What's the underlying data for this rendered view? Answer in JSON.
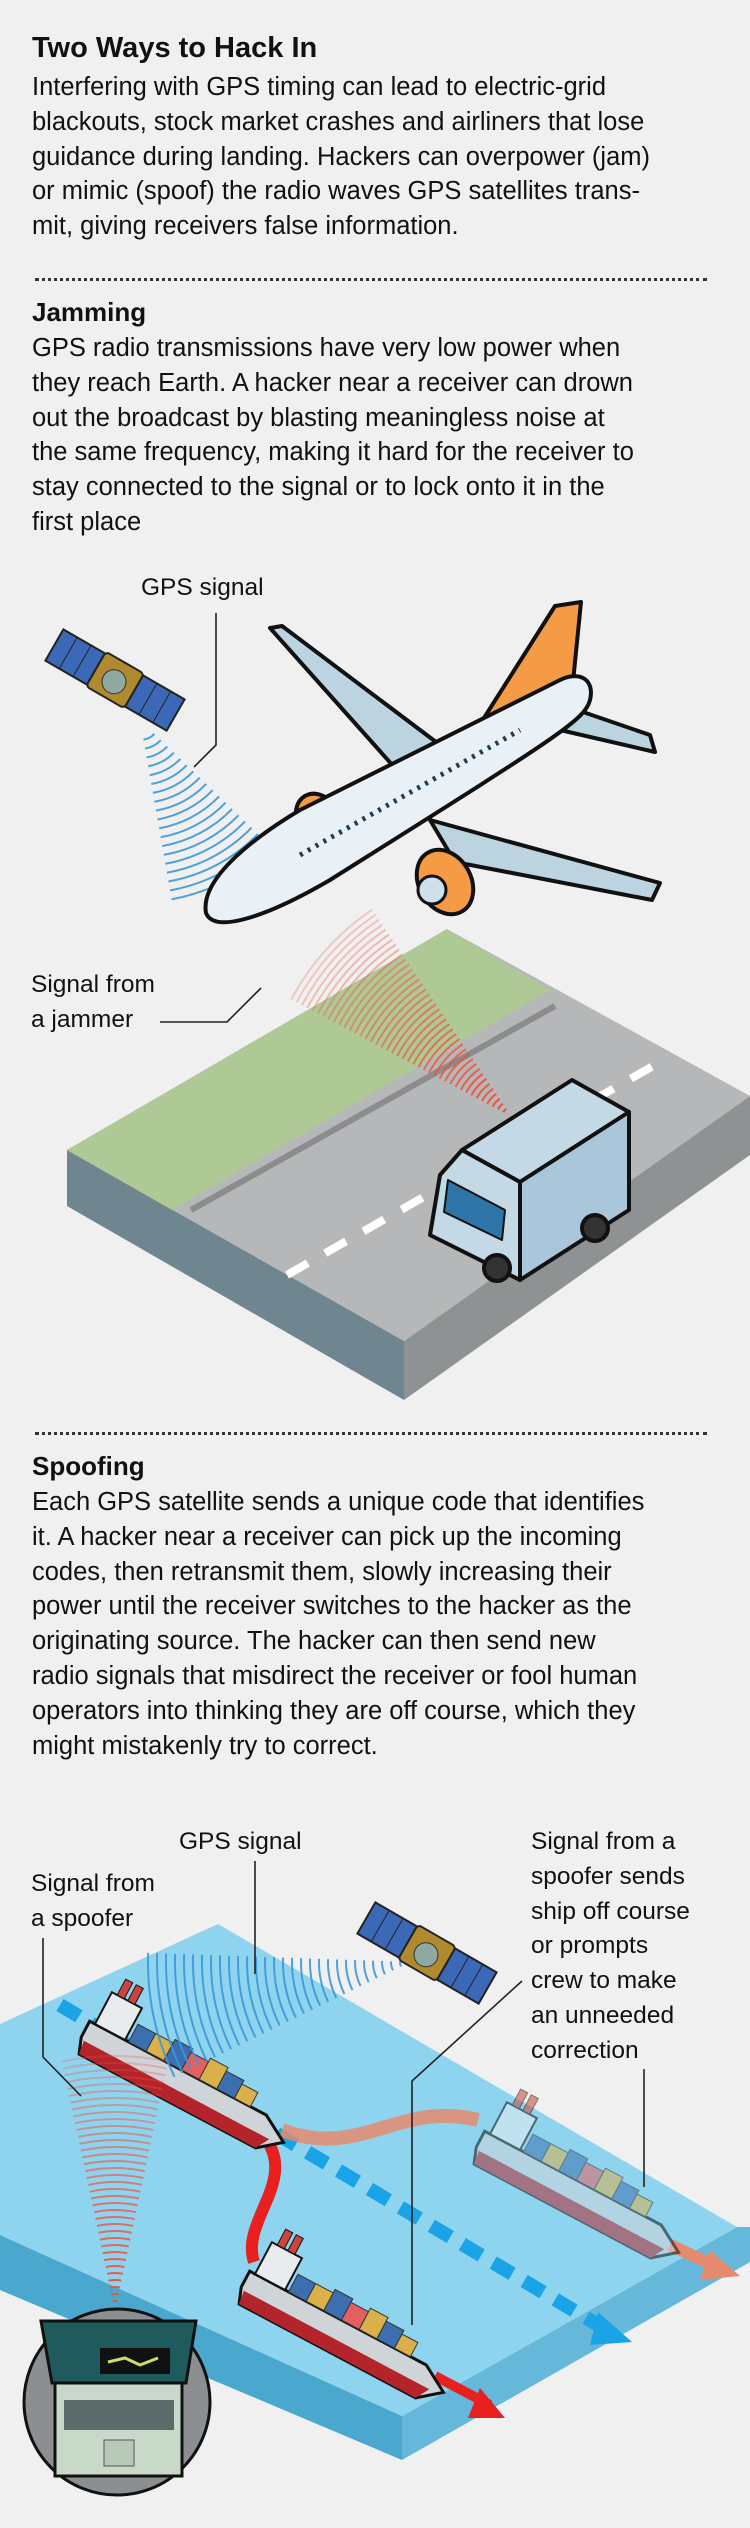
{
  "title": "Two Ways to Hack In",
  "intro": [
    "Interfering with GPS timing can lead to electric-grid",
    "blackouts, stock market crashes and airliners that lose",
    "guidance during landing. Hackers can overpower (jam)",
    "or mimic (spoof) the radio waves GPS satellites trans-",
    "mit, giving receivers false information."
  ],
  "jamming": {
    "heading": "Jamming",
    "body": [
      "GPS radio transmissions have very low power when",
      "they reach Earth. A hacker near a receiver can drown",
      "out the broadcast by blasting meaningless noise at",
      "the same frequency, making it hard for the receiver to",
      "stay connected to the signal or to lock onto it in the",
      "first place"
    ],
    "labels": {
      "gps_signal": "GPS signal",
      "jammer": [
        "Signal from",
        "a jammer"
      ]
    }
  },
  "spoofing": {
    "heading": "Spoofing",
    "body": [
      "Each GPS satellite sends a unique code that identifies",
      "it. A hacker near a receiver can pick up the incoming",
      "codes, then retransmit them, slowly increasing their",
      "power until the receiver switches to the hacker as the",
      "originating source. The hacker can then send new",
      "radio signals that misdirect the receiver or fool human",
      "operators into thinking they are off course, which they",
      "might mistakenly try to correct."
    ],
    "labels": {
      "gps_signal": "GPS signal",
      "spoofer": [
        "Signal from",
        "a spoofer"
      ],
      "off_course": [
        "Signal from a",
        "spoofer sends",
        "ship off course",
        "or prompts",
        "crew to make",
        "an unneeded",
        "correction"
      ]
    }
  },
  "colors": {
    "background": "#eff0ef",
    "gps_wave": "#3b97d8",
    "jam_wave": "#f0503a",
    "accent_orange": "#f59a45",
    "water": "#8fd4ef",
    "true_course": "#1aa3e6",
    "spoofed_course": "#e8201f"
  }
}
